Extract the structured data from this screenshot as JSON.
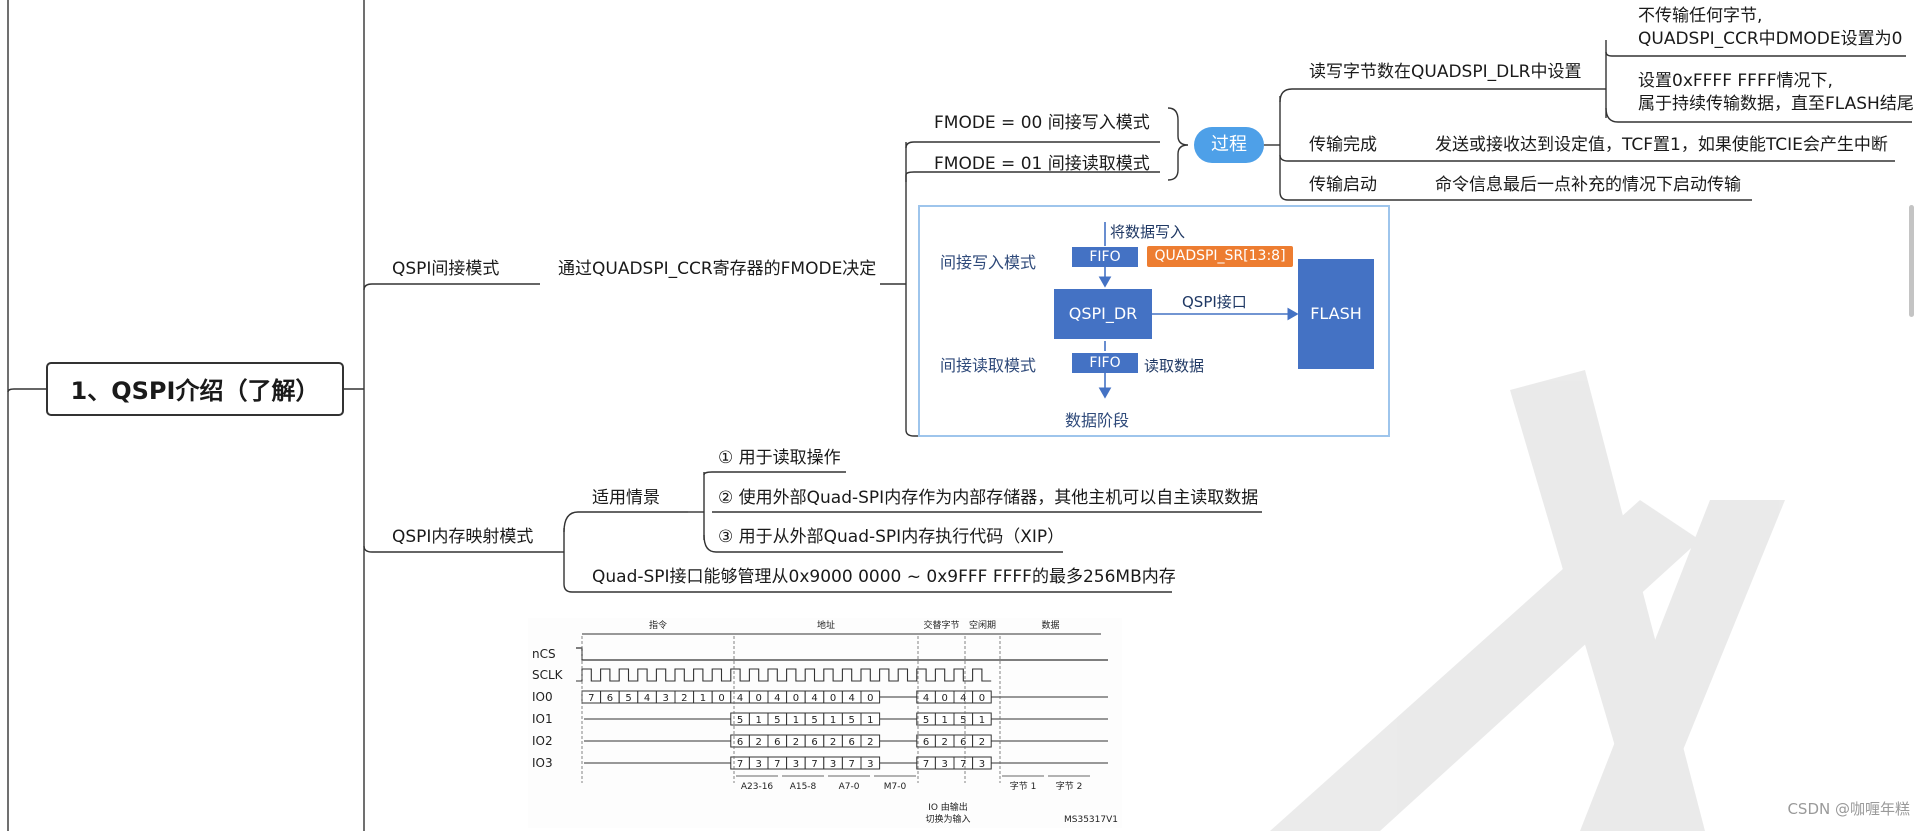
{
  "root": {
    "label": "1、QSPI介绍（了解）"
  },
  "indirect": {
    "label": "QSPI间接模式",
    "fmode_desc": "通过QUADSPI_CCR寄存器的FMODE决定",
    "fmode00": "FMODE = 00 间接写入模式",
    "fmode01": "FMODE = 01 间接读取模式",
    "process": "过程",
    "dlr": "读写字节数在QUADSPI_DLR中设置",
    "dlr_a1": "不传输任何字节,",
    "dlr_a2": "QUADSPI_CCR中DMODE设置为0",
    "dlr_b1": "设置0xFFFF FFFF情况下,",
    "dlr_b2": "属于持续传输数据，直至FLASH结尾",
    "done": "传输完成",
    "done_desc": "发送或接收达到设定值，TCF置1，如果使能TCIE会产生中断",
    "start": "传输启动",
    "start_desc": "命令信息最后一点补充的情况下启动传输"
  },
  "fifo_diagram": {
    "write_data": "将数据写入",
    "write_mode": "间接写入模式",
    "fifo_top": "FIFO",
    "sr_reg": "QUADSPI_SR[13:8]",
    "dr": "QSPI_DR",
    "interface": "QSPI接口",
    "flash": "FLASH",
    "read_mode": "间接读取模式",
    "fifo_bottom": "FIFO",
    "read_data": "读取数据",
    "data_phase": "数据阶段"
  },
  "mapped": {
    "label": "QSPI内存映射模式",
    "usage": "适用情景",
    "u1": "① 用于读取操作",
    "u2": "② 使用外部Quad-SPI内存作为内部存储器，其他主机可以自主读取数据",
    "u3": "③ 用于从外部Quad-SPI内存执行代码（XIP）",
    "range": "Quad-SPI接口能够管理从0x9000 0000 ~ 0x9FFF FFFF的最多256MB内存"
  },
  "timing": {
    "phases": [
      "指令",
      "地址",
      "交替字节",
      "空闲期",
      "数据"
    ],
    "signals": [
      "nCS",
      "SCLK",
      "IO0",
      "IO1",
      "IO2",
      "IO3"
    ],
    "io0_bits": [
      "7",
      "6",
      "5",
      "4",
      "3",
      "2",
      "1",
      "0",
      "4",
      "0",
      "4",
      "0",
      "4",
      "0",
      "4",
      "0",
      "4",
      "0",
      "4",
      "0"
    ],
    "io1_bits": [
      "5",
      "1",
      "5",
      "1",
      "5",
      "1",
      "5",
      "1",
      "5",
      "1",
      "5",
      "1"
    ],
    "io2_bits": [
      "6",
      "2",
      "6",
      "2",
      "6",
      "2",
      "6",
      "2",
      "6",
      "2",
      "6",
      "2"
    ],
    "io3_bits": [
      "7",
      "3",
      "7",
      "3",
      "7",
      "3",
      "7",
      "3",
      "7",
      "3",
      "7",
      "3"
    ],
    "addr_groups": [
      "A23-16",
      "A15-8",
      "A7-0",
      "M7-0",
      "字节 1",
      "字节 2"
    ],
    "note1": "IO 由输出",
    "note2": "切换为输入",
    "figure_id": "MS35317V1"
  },
  "footer": {
    "watermark": "CSDN @咖喱年糕"
  }
}
